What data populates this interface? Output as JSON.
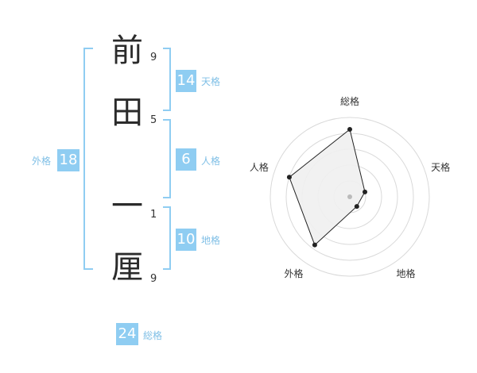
{
  "name": {
    "chars": [
      {
        "char": "前",
        "strokes": "9"
      },
      {
        "char": "田",
        "strokes": "5"
      },
      {
        "char": "一",
        "strokes": "1"
      },
      {
        "char": "厘",
        "strokes": "9"
      }
    ]
  },
  "fortunes": {
    "tenkaku": {
      "value": "14",
      "label": "天格"
    },
    "jinkaku": {
      "value": "6",
      "label": "人格"
    },
    "chikaku": {
      "value": "10",
      "label": "地格"
    },
    "gaikaku": {
      "value": "18",
      "label": "外格"
    },
    "soukaku": {
      "value": "24",
      "label": "総格"
    }
  },
  "colors": {
    "accent": "#8fcdf2",
    "label": "#7fbfe6",
    "grid": "#d9d9d9",
    "fill": "#f0f0f0",
    "line": "#222222"
  },
  "chart_data": {
    "type": "radar",
    "axes": [
      "総格",
      "天格",
      "地格",
      "外格",
      "人格"
    ],
    "values": [
      0.85,
      0.2,
      0.15,
      0.75,
      0.8
    ],
    "range": [
      0,
      1
    ],
    "rings": 5,
    "grid": true
  }
}
